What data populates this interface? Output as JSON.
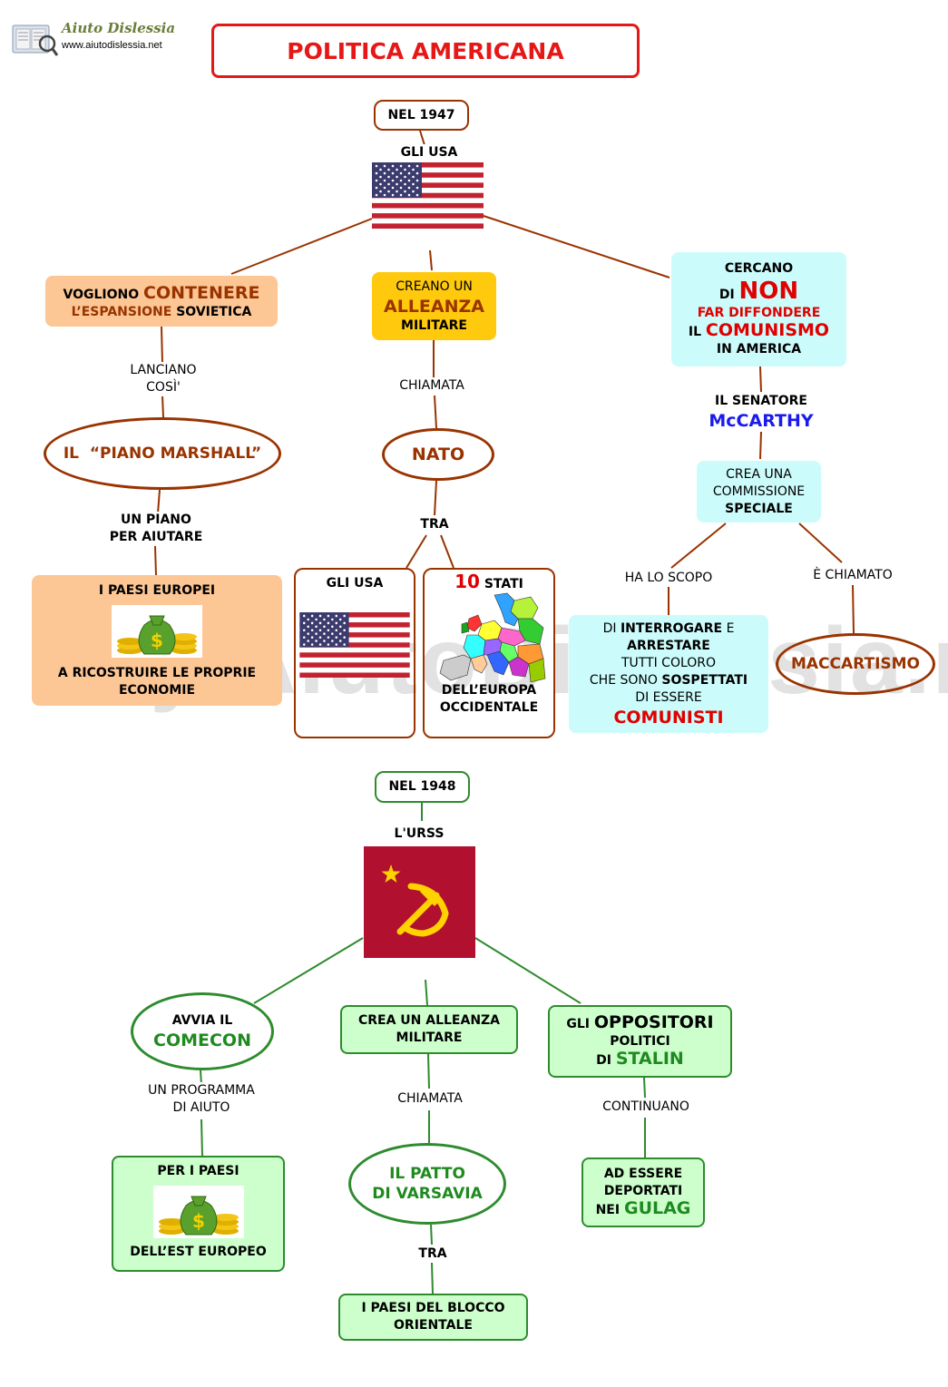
{
  "header": {
    "logo_name": "Aiuto Dislessia",
    "logo_url": "www.aiutodislessia.net",
    "title": "POLITICA AMERICANA"
  },
  "watermark": "By AiutoDislessia.net",
  "top": {
    "year": "NEL 1947",
    "subject": "GLI USA",
    "branch_left": {
      "line1_a": "VOGLIONO",
      "line1_b": "CONTENERE",
      "line2_a": "L’ESPANSIONE",
      "line2_b": "SOVIETICA",
      "link1_a": "LANCIANO",
      "link1_b": "COSÌ'",
      "plan": "IL  “PIANO MARSHALL”",
      "link2_a": "UN PIANO",
      "link2_b": "PER AIUTARE",
      "result_top": "I PAESI EUROPEI",
      "result_bottom_a": "A RICOSTRUIRE LE PROPRIE",
      "result_bottom_b": "ECONOMIE"
    },
    "branch_mid": {
      "line1": "CREANO UN",
      "line2": "ALLEANZA",
      "line3": "MILITARE",
      "link1": "CHIAMATA",
      "name": "NATO",
      "link2": "TRA",
      "box1": "GLI USA",
      "box2_num": "10",
      "box2_word": "STATI",
      "box2_bottom_a": "DELL’EUROPA",
      "box2_bottom_b": "OCCIDENTALE"
    },
    "branch_right": {
      "line1": "CERCANO",
      "line2_a": "DI",
      "line2_b": "NON",
      "line3": "FAR DIFFONDERE",
      "line4_a": "IL",
      "line4_b": "COMUNISMO",
      "line5": "IN AMERICA",
      "link1_a": "IL SENATORE",
      "link1_b": "McCARTHY",
      "comm_a": "CREA UNA",
      "comm_b": "COMMISSIONE",
      "comm_c": "SPECIALE",
      "link_left": "HA LO SCOPO",
      "link_right": "È CHIAMATO",
      "scope_a1": "DI",
      "scope_a2": "INTERROGARE",
      "scope_a3": "E",
      "scope_b": "ARRESTARE",
      "scope_c": "TUTTI COLORO",
      "scope_d1": "CHE SONO",
      "scope_d2": "SOSPETTATI",
      "scope_e": "DI ESSERE",
      "scope_f": "COMUNISTI",
      "named": "MACCARTISMO"
    }
  },
  "bottom": {
    "year": "NEL 1948",
    "subject": "L'URSS",
    "branch_left": {
      "line1": "AVVIA IL",
      "line2": "COMECON",
      "link_a": "UN PROGRAMMA",
      "link_b": "DI AIUTO",
      "result_top": "PER I PAESI",
      "result_bottom": "DELL’EST EUROPEO"
    },
    "branch_mid": {
      "line1": "CREA UN ALLEANZA",
      "line2": "MILITARE",
      "link1": "CHIAMATA",
      "name_a": "IL PATTO",
      "name_b": "DI VARSAVIA",
      "link2": "TRA",
      "result_a": "I PAESI DEL BLOCCO",
      "result_b": "ORIENTALE"
    },
    "branch_right": {
      "line1_a": "GLI",
      "line1_b": "OPPOSITORI",
      "line2": "POLITICI",
      "line3_a": "DI",
      "line3_b": "STALIN",
      "link": "CONTINUANO",
      "result_a": "AD ESSERE",
      "result_b": "DEPORTATI",
      "result_c1": "NEI",
      "result_c2": "GULAG"
    }
  },
  "colors": {
    "line_top": "#993300",
    "line_bottom": "#2e8b2e",
    "orange_fill": "#fdc695",
    "gold_fill": "#ffc90e",
    "cyan_fill": "#ccfbfb",
    "green_fill": "#ccffcc",
    "header_border": "#e61717",
    "soviet_red": "#b1102e"
  },
  "icons": [
    "money-bag-icon",
    "us-flag-icon",
    "soviet-flag-icon",
    "europe-map-icon",
    "logo-icon"
  ]
}
